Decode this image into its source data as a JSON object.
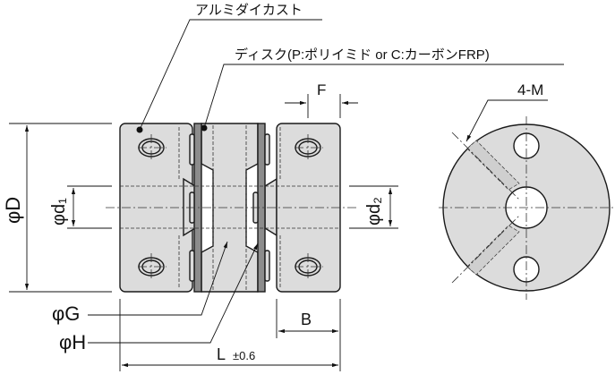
{
  "labels": {
    "material_body": "アルミダイカスト",
    "material_disc": "ディスク(P:ポリイミド or C:カーボンFRP)",
    "dim_F": "F",
    "dim_4M": "4-M",
    "dim_D": "φD",
    "dim_d1": "φd₁",
    "dim_d2": "φd₂",
    "dim_G": "φG",
    "dim_H": "φH",
    "dim_B": "B",
    "dim_L": "L",
    "dim_L_tol": "±0.6"
  },
  "colors": {
    "body": "#dcdcdc",
    "disc": "#8c8c8c",
    "line": "#1a1a1a"
  }
}
